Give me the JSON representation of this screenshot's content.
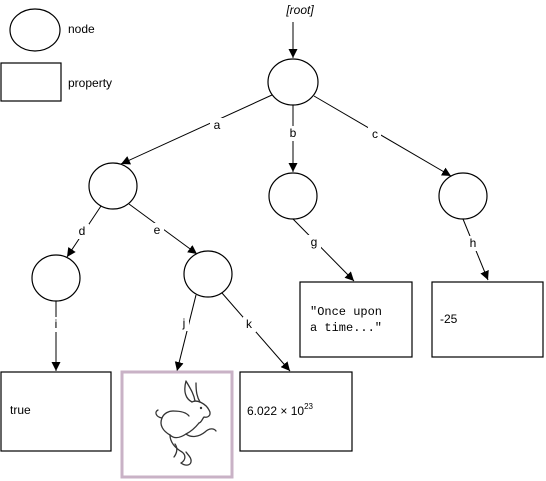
{
  "legend": {
    "node_label": "node",
    "property_label": "property"
  },
  "root_label": "[root]",
  "edges": {
    "a": "a",
    "b": "b",
    "c": "c",
    "d": "d",
    "e": "e",
    "g": "g",
    "h": "h",
    "i": "i",
    "j": "j",
    "k": "k"
  },
  "properties": {
    "g_line1": "\"Once upon",
    "g_line2": "a time...\"",
    "h_value": "-25",
    "i_value": "true",
    "k_base": "6.022 × 10",
    "k_exp": "23"
  },
  "colors": {
    "image_border": "#c9b2c6"
  },
  "icons": {
    "j_image": "rabbit-icon"
  }
}
